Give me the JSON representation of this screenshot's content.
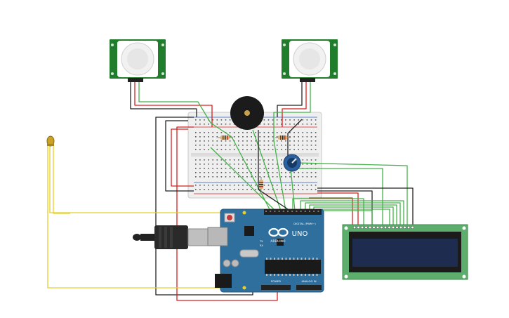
{
  "board": {
    "brand": "ARDUINO",
    "model": "UNO",
    "digital_header": "DIGITAL (PWM~)",
    "power_header": "POWER",
    "analog_header": "ANALOG IN",
    "tx_label": "TX",
    "rx_label": "RX"
  },
  "pir_sensors": [
    {
      "name": "PIR sensor 1"
    },
    {
      "name": "PIR sensor 2"
    }
  ],
  "components": [
    "breadboard",
    "piezo buzzer",
    "potentiometer",
    "resistors",
    "LED",
    "LCD 16x2",
    "USB cable"
  ],
  "colors": {
    "board_blue": "#2f6f9e",
    "pir_green": "#1f7d2c",
    "lcd_green": "#5dad6c",
    "lcd_screen": "#1e2d4f",
    "wire_red": "#d42020",
    "wire_black": "#222222",
    "wire_green": "#45b24a",
    "wire_yellow": "#e6cf2a"
  }
}
